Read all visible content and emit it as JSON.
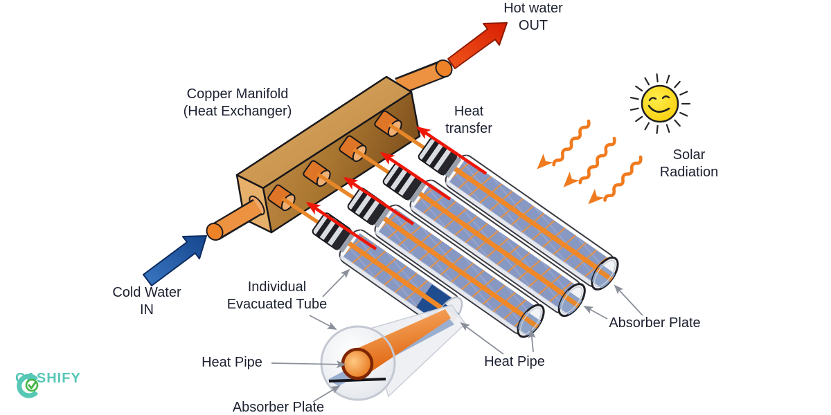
{
  "labels": {
    "hot_water_out": "Hot water\nOUT",
    "copper_manifold": "Copper Manifold\n(Heat Exchanger)",
    "heat_transfer": "Heat\ntransfer",
    "solar_radiation": "Solar\nRadiation",
    "cold_water_in": "Cold Water\nIN",
    "individual_evacuated_tube": "Individual\nEvacuated Tube",
    "heat_pipe_left": "Heat Pipe",
    "heat_pipe_center": "Heat Pipe",
    "absorber_plate_bottom": "Absorber Plate",
    "absorber_plate_right": "Absorber Plate"
  },
  "branding": {
    "logo_text": "CASHIFY"
  },
  "colors": {
    "copper_front": "#c28a46",
    "copper_top": "#d8a75f",
    "heat_pipe_orange": "#e8832f",
    "absorber_blue": "#8798c3",
    "dark_absorber_tip": "#1d4a8c",
    "hot_arrow_red": "#e0330f",
    "cold_arrow_blue": "#2258a8",
    "solar_ray_orange": "#f07a1e",
    "sun_yellow": "#ffd60f",
    "brand_teal": "#57c7b6",
    "brand_green": "#45b649"
  }
}
